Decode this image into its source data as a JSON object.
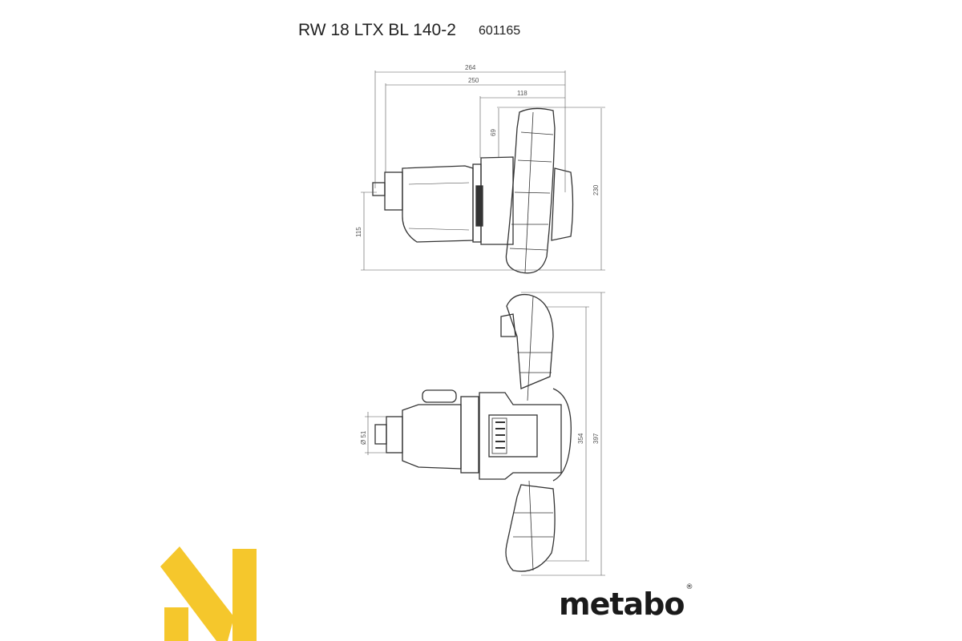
{
  "header": {
    "model": "RW 18 LTX BL 140-2",
    "article_number": "601165"
  },
  "dimensions": {
    "side_view": {
      "overall_length": "264",
      "length_250": "250",
      "handle_depth": "118",
      "handle_height_above": "69",
      "total_height": "230",
      "spindle_height": "115"
    },
    "top_view": {
      "chuck_diameter": "Ø 51",
      "handle_inner_width": "354",
      "handle_outer_width": "397"
    }
  },
  "brand": {
    "name": "metabo",
    "registered": "®",
    "color": "#1a1a1a"
  },
  "corner_logo": {
    "color": "#f5c72c"
  }
}
